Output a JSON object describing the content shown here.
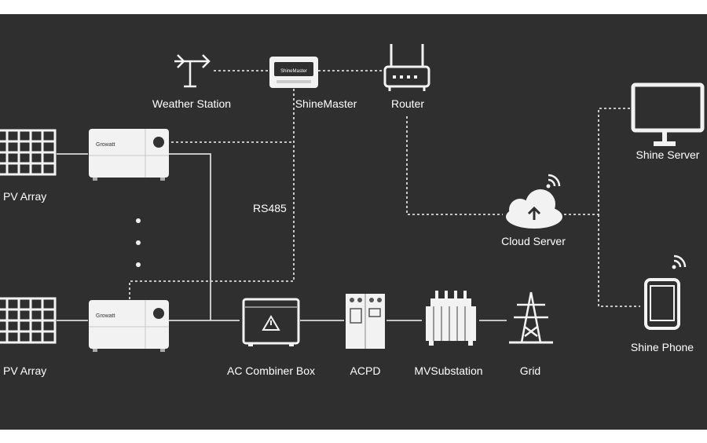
{
  "labels": {
    "weather_station": "Weather Station",
    "shinemaster": "ShineMaster",
    "router": "Router",
    "shine_server": "Shine Server",
    "pv_array_top": "PV Array",
    "rs485": "RS485",
    "cloud_server": "Cloud Server",
    "shine_phone": "Shine Phone",
    "pv_array_bottom": "PV Array",
    "ac_combiner_box": "AC Combiner Box",
    "acpd": "ACPD",
    "mv_substation": "MVSubstation",
    "grid": "Grid"
  },
  "device_text": {
    "shinemaster_screen": "ShineMaster",
    "inverter_brand": "Growatt"
  },
  "colors": {
    "background": "#2f2f2f",
    "line": "#d9d9d9",
    "device_fill": "#f2f2f2",
    "text": "#ffffff"
  }
}
